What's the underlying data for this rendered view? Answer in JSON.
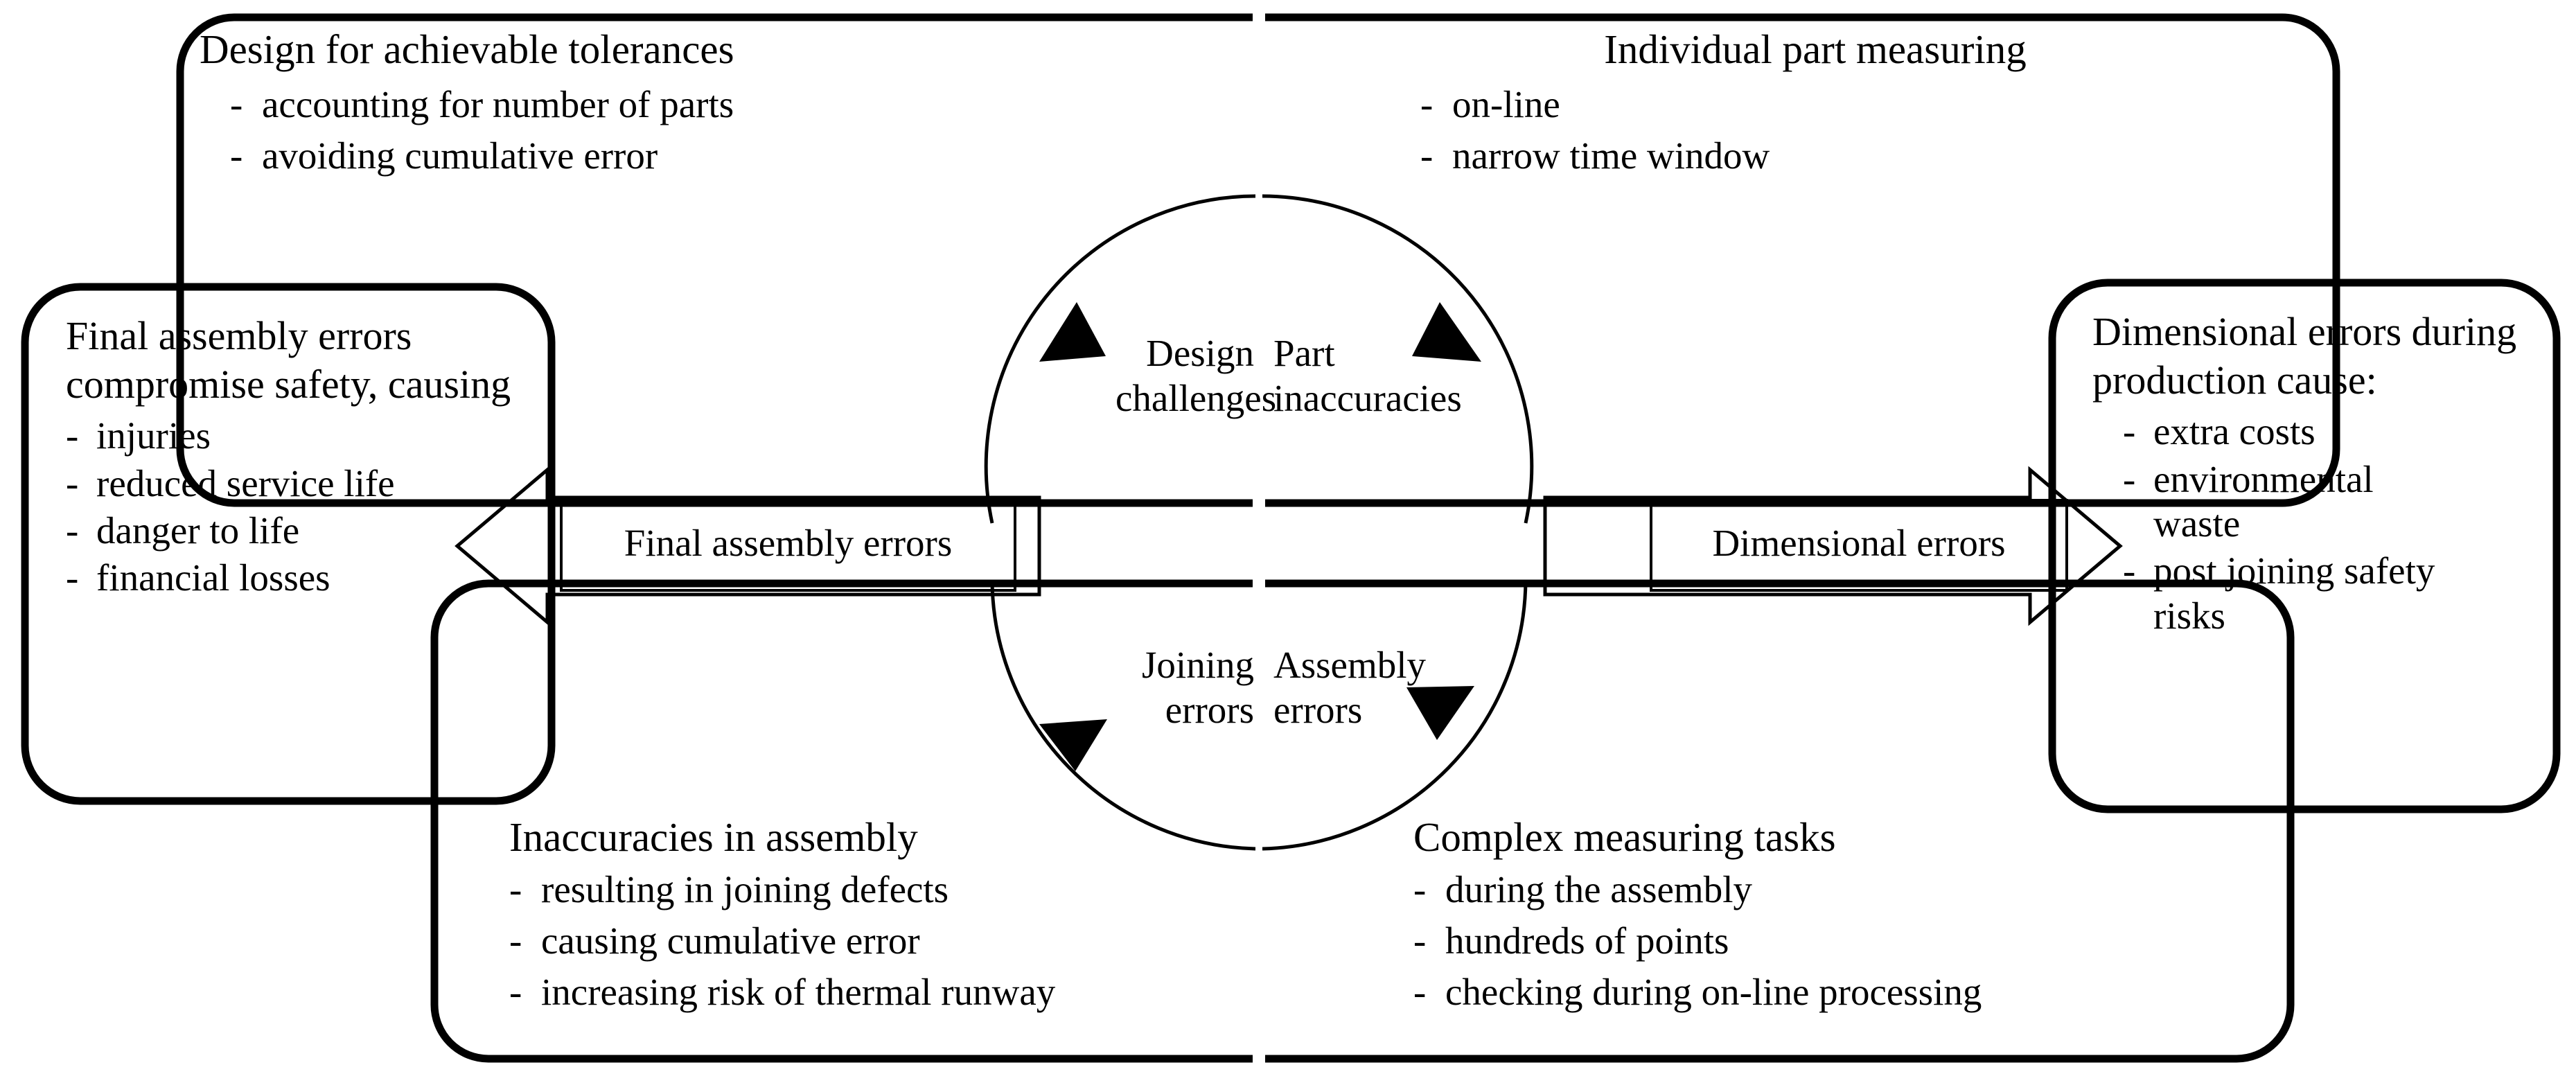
{
  "diagram": {
    "title": "Assembly accuracy cause-and-effect cycle",
    "stroke_color": "#000000",
    "background": "#ffffff",
    "boxes": {
      "top_left": {
        "heading": "Design for achievable tolerances",
        "bullets": [
          "accounting for number of parts",
          "avoiding cumulative error"
        ]
      },
      "top_right": {
        "heading": "Individual part measuring",
        "bullets": [
          "on-line",
          "narrow time window"
        ]
      },
      "bottom_left": {
        "heading": "Inaccuracies in assembly",
        "bullets": [
          "resulting in joining defects",
          "causing cumulative error",
          "increasing risk of thermal runway"
        ]
      },
      "bottom_right": {
        "heading": "Complex measuring tasks",
        "bullets": [
          "during the assembly",
          "hundreds of points",
          "checking during on-line processing"
        ]
      },
      "left": {
        "heading": "Final assembly errors compromise safety, causing",
        "bullets": [
          "injuries",
          "reduced service life",
          "danger to life",
          "financial losses"
        ]
      },
      "right": {
        "heading": "Dimensional errors during production cause:",
        "bullets": [
          "extra costs",
          "environmental waste",
          "post joining safety risks"
        ]
      }
    },
    "arc_labels": {
      "top_left": "Design\nchallenges",
      "top_left_line1": "Design",
      "top_left_line2": "challenges",
      "top_right_line1": "Part",
      "top_right_line2": "inaccuracies",
      "bottom_left_line1": "Joining",
      "bottom_left_line2": "errors",
      "bottom_right_line1": "Assembly",
      "bottom_right_line2": "errors"
    },
    "block_arrows": {
      "left": "Final assembly errors",
      "right": "Dimensional errors"
    }
  }
}
